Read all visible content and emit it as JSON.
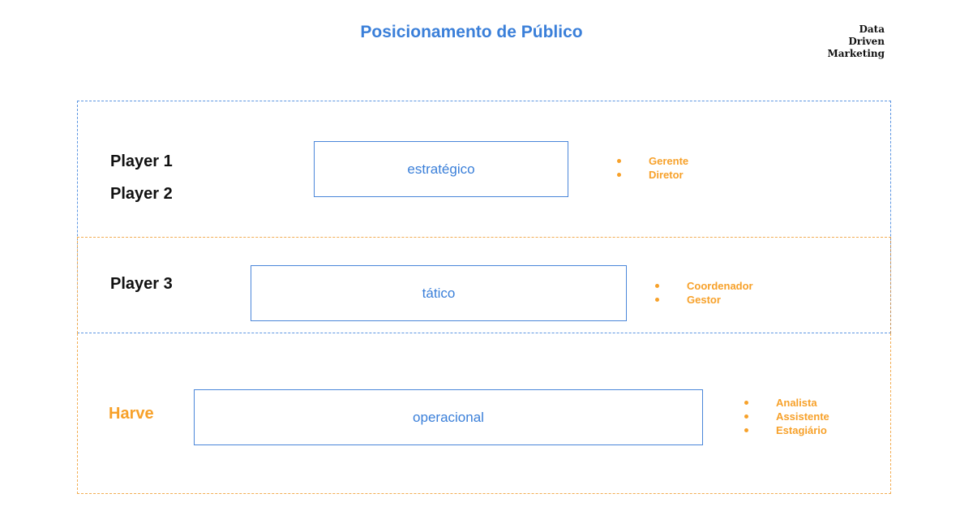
{
  "header": {
    "title": "Posicionamento de Público",
    "brand": [
      "Data",
      "Driven",
      "Marketing"
    ]
  },
  "levels": [
    {
      "label": "estratégico",
      "roles": [
        "Gerente",
        "Diretor"
      ]
    },
    {
      "label": "tático",
      "roles": [
        "Coordenador",
        "Gestor"
      ]
    },
    {
      "label": "operacional",
      "roles": [
        "Analista",
        "Assistente",
        "Estagiário"
      ]
    }
  ],
  "players": {
    "p1": "Player 1",
    "p2": "Player 2",
    "p3": "Player 3",
    "harve": "Harve"
  },
  "colors": {
    "title_blue": "#3a7fd9",
    "zone_blue": "#5b95e2",
    "zone_orange": "#f3ad52",
    "role_orange": "#f7a12a"
  }
}
